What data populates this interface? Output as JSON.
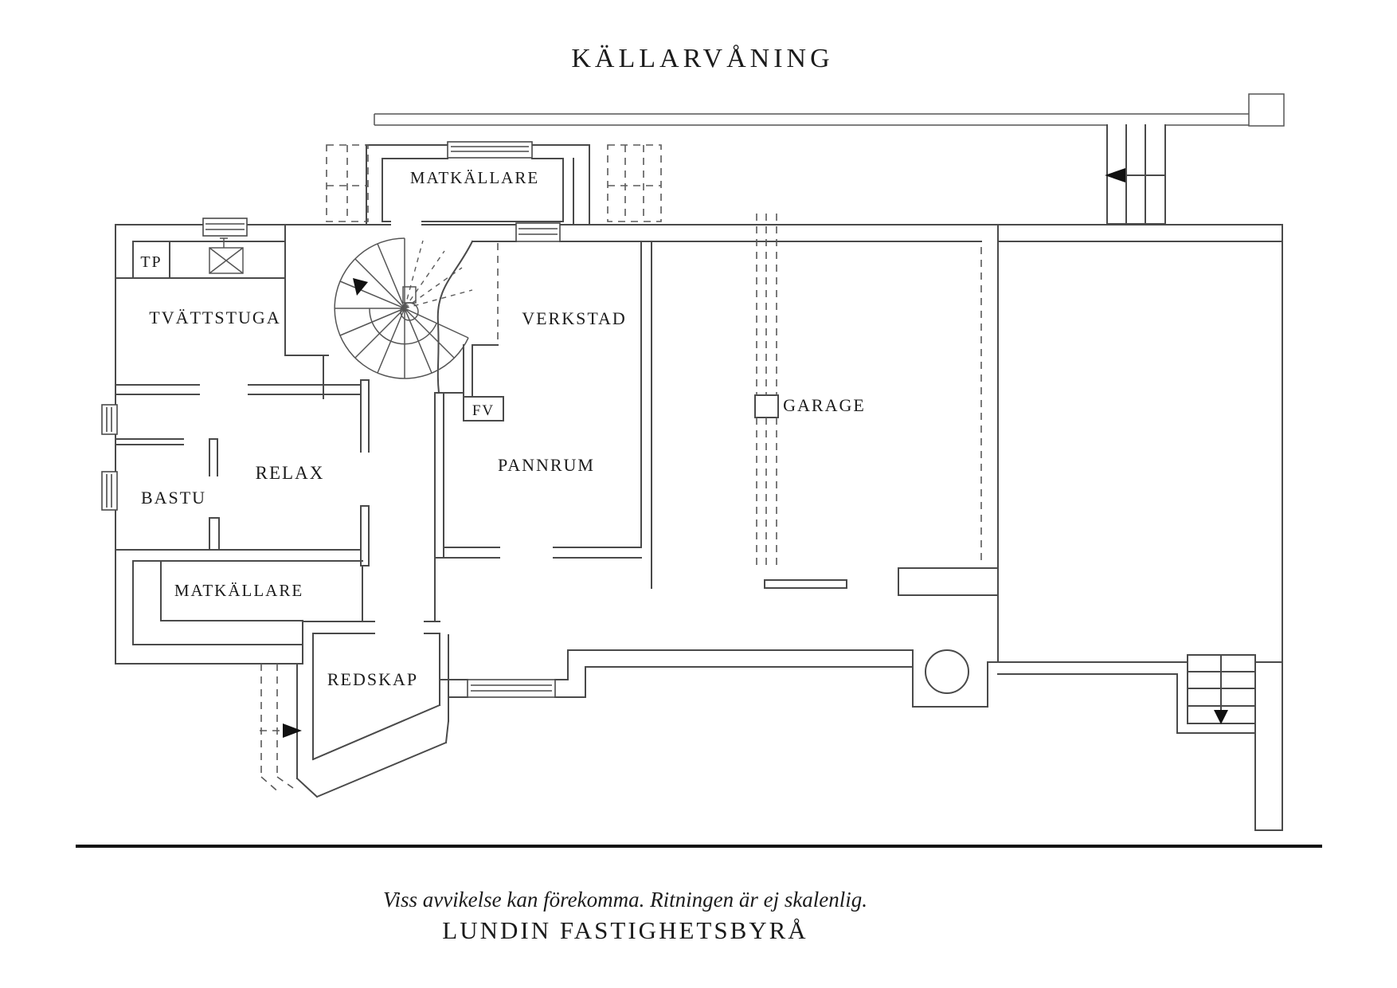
{
  "title": "KÄLLARVÅNING",
  "rooms": {
    "matkallare_top": "MATKÄLLARE",
    "tp": "TP",
    "tvattstuga": "TVÄTTSTUGA",
    "verkstad": "VERKSTAD",
    "garage": "GARAGE",
    "fv": "FV",
    "relax": "RELAX",
    "bastu": "BASTU",
    "pannrum": "PANNRUM",
    "matkallare_lower": "MATKÄLLARE",
    "redskap": "REDSKAP"
  },
  "icons": {
    "stair_up_arrow": "direction-arrow",
    "spiral_stair": "spiral-staircase",
    "well": "drain-well",
    "floor_drain": "floor-drain"
  },
  "footer": {
    "disclaimer": "Viss avvikelse kan förekomma. Ritningen är ej skalenlig.",
    "agency": "LUNDIN FASTIGHETSBYRÅ"
  },
  "colors": {
    "wall": "#4a4a4a",
    "text": "#1b1b1b",
    "accent": "#111111",
    "background": "#ffffff"
  }
}
